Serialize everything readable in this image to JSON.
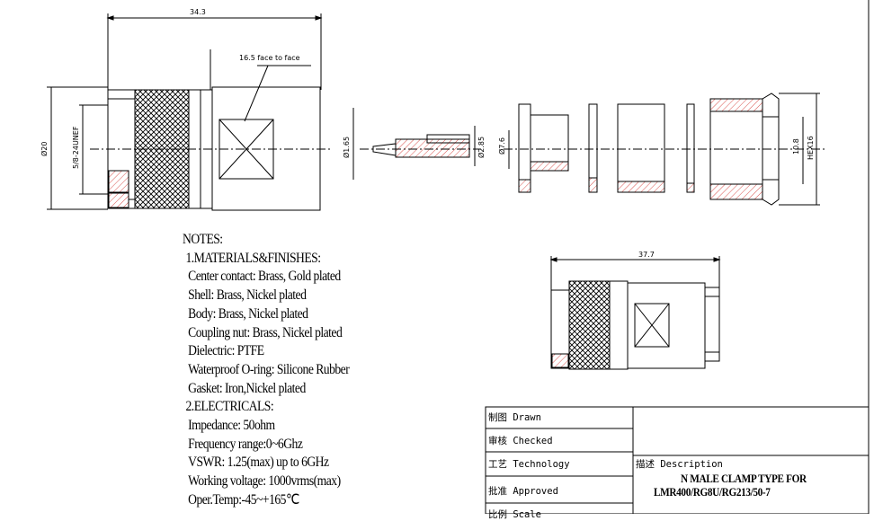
{
  "dimensions": {
    "overall_length": "34.3",
    "face_to_face": "16.5 face to face",
    "diameter_body": "Ø20",
    "thread": "5/8-24UNEF",
    "pin_diameter": "Ø1.65",
    "pin_outer": "Ø2.85",
    "dielectric_diameter": "Ø7.6",
    "ferrule_inner": "10.8",
    "hex": "HEX16",
    "assembled_length": "37.7"
  },
  "notes": {
    "heading": "NOTES:",
    "lines": [
      {
        "text": "1.MATERIALS&FINISHES:",
        "level": 1
      },
      {
        "text": "Center contact: Brass, Gold plated",
        "level": 2
      },
      {
        "text": "Shell: Brass, Nickel plated",
        "level": 2
      },
      {
        "text": "Body: Brass, Nickel plated",
        "level": 2
      },
      {
        "text": "Coupling nut: Brass, Nickel plated",
        "level": 2
      },
      {
        "text": "Dielectric: PTFE",
        "level": 2
      },
      {
        "text": "Waterproof O-ring: Silicone Rubber",
        "level": 2
      },
      {
        "text": "Gasket: Iron,Nickel plated",
        "level": 2
      },
      {
        "text": "2.ELECTRICALS:",
        "level": 1
      },
      {
        "text": "Impedance: 50ohm",
        "level": 2
      },
      {
        "text": "Frequency range:0~6Ghz",
        "level": 2
      },
      {
        "text": "VSWR: 1.25(max) up to 6GHz",
        "level": 2
      },
      {
        "text": "Working voltage: 1000vrms(max)",
        "level": 2
      },
      {
        "text": "Oper.Temp:-45~+165℃",
        "level": 2
      }
    ]
  },
  "title_block": {
    "drawn": "制图 Drawn",
    "checked": "审核 Checked",
    "technology": "工艺 Technology",
    "approved": "批准 Approved",
    "scale_partial": "比例 Scale",
    "description_label": "描述 Description",
    "description_line1": "N MALE CLAMP TYPE FOR",
    "description_line2": "LMR400/RG8U/RG213/50-7"
  },
  "colors": {
    "line": "#000000",
    "hatch": "#d9534f",
    "background": "#ffffff"
  }
}
